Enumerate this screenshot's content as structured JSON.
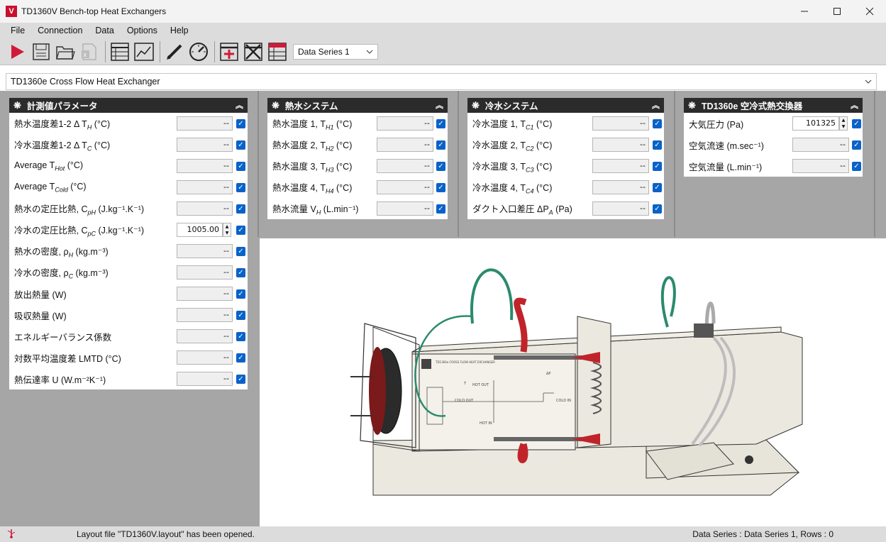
{
  "window": {
    "title": "TD1360V Bench-top Heat Exchangers",
    "logo_letter": "V"
  },
  "menu": [
    {
      "label": "File"
    },
    {
      "label": "Connection"
    },
    {
      "label": "Data"
    },
    {
      "label": "Options"
    },
    {
      "label": "Help"
    }
  ],
  "toolbar": {
    "series_select": "Data Series 1"
  },
  "device": {
    "selected": "TD1360e Cross Flow Heat Exchanger"
  },
  "panels": {
    "measured": {
      "title": "計測値パラメータ",
      "rows": [
        {
          "label": "熱水温度差1-2 Δ T",
          "sub": "H",
          "unit": " (°C)",
          "value": "--"
        },
        {
          "label": "冷水温度差1-2  Δ T",
          "sub": "C",
          "unit": " (°C)",
          "value": "--"
        },
        {
          "label": "Average T",
          "sub": "Hot",
          "unit": " (°C)",
          "value": "--"
        },
        {
          "label": "Average T",
          "sub": "Cold",
          "unit": " (°C)",
          "value": "--"
        },
        {
          "label": "熱水の定圧比熱, C",
          "sub": "pH",
          "unit": "  (J.kg⁻¹.K⁻¹)",
          "value": "--"
        },
        {
          "label": "冷水の定圧比熱, C",
          "sub": "pC",
          "unit": "  (J.kg⁻¹.K⁻¹)",
          "value": "1005.00"
        },
        {
          "label": "熱水の密度, ρ",
          "sub": "H",
          "unit": "  (kg.m⁻³)",
          "value": "--"
        },
        {
          "label": "冷水の密度, ρ",
          "sub": "C",
          "unit": "  (kg.m⁻³)",
          "value": "--"
        },
        {
          "label": "放出熱量",
          "sub": "",
          "unit": "  (W)",
          "value": "--"
        },
        {
          "label": "吸収熱量",
          "sub": "",
          "unit": "  (W)",
          "value": "--"
        },
        {
          "label": "エネルギーバランス係数",
          "sub": "",
          "unit": "",
          "value": "--"
        },
        {
          "label": "対数平均温度差 LMTD",
          "sub": "",
          "unit": "  (°C)",
          "value": "--"
        },
        {
          "label": "熱伝達率 U",
          "sub": "",
          "unit": "  (W.m⁻²K⁻¹)",
          "value": "--"
        }
      ]
    },
    "hot": {
      "title": "熱水システム",
      "rows": [
        {
          "label": "熱水温度 1, T",
          "sub": "H1",
          "unit": "   (°C)",
          "value": "--"
        },
        {
          "label": "熱水温度 2, T",
          "sub": "H2",
          "unit": "   (°C)",
          "value": "--"
        },
        {
          "label": "熱水温度 3, T",
          "sub": "H3",
          "unit": "   (°C)",
          "value": "--"
        },
        {
          "label": "熱水温度 4, T",
          "sub": "H4",
          "unit": "   (°C)",
          "value": "--"
        },
        {
          "label": "熱水流量 V",
          "sub": "H",
          "unit": "   (L.min⁻¹)",
          "value": "--"
        }
      ]
    },
    "cold": {
      "title": "冷水システム",
      "rows": [
        {
          "label": "冷水温度 1, T",
          "sub": "C1",
          "unit": "   (°C)",
          "value": "--"
        },
        {
          "label": "冷水温度 2, T",
          "sub": "C2",
          "unit": "   (°C)",
          "value": "--"
        },
        {
          "label": "冷水温度 3, T",
          "sub": "C3",
          "unit": "   (°C)",
          "value": "--"
        },
        {
          "label": "冷水温度 4, T",
          "sub": "C4",
          "unit": "   (°C)",
          "value": "--"
        },
        {
          "label": "ダクト入口差圧 ΔP",
          "sub": "A",
          "unit": "   (Pa)",
          "value": "--"
        }
      ]
    },
    "air": {
      "title": "TD1360e  空冷式熱交換器",
      "rows": [
        {
          "label": "大気圧力",
          "sub": "",
          "unit": "  (Pa)",
          "value": "101325"
        },
        {
          "label": "空気流速",
          "sub": "",
          "unit": "  (m.sec⁻¹)",
          "value": "--"
        },
        {
          "label": "空気流量",
          "sub": "",
          "unit": "  (L.min⁻¹)",
          "value": "--"
        }
      ]
    }
  },
  "apparatus": {
    "plate_title": "TD1360e\nCROSS FLOW HEAT\nEXCHANGER",
    "schematic_labels": [
      "T",
      "HOT OUT",
      "COLD OUT",
      "COLD IN",
      "HOT IN",
      "ΔP"
    ]
  },
  "status": {
    "message": "Layout file \"TD1360V.layout\" has been opened.",
    "series_info": "Data Series : Data Series 1,  Rows : 0"
  },
  "colors": {
    "accent_checkbox": "#0a62c9",
    "panel_header": "#2b2b2b",
    "workspace": "#a6a6a6",
    "logo": "#c8102e"
  }
}
